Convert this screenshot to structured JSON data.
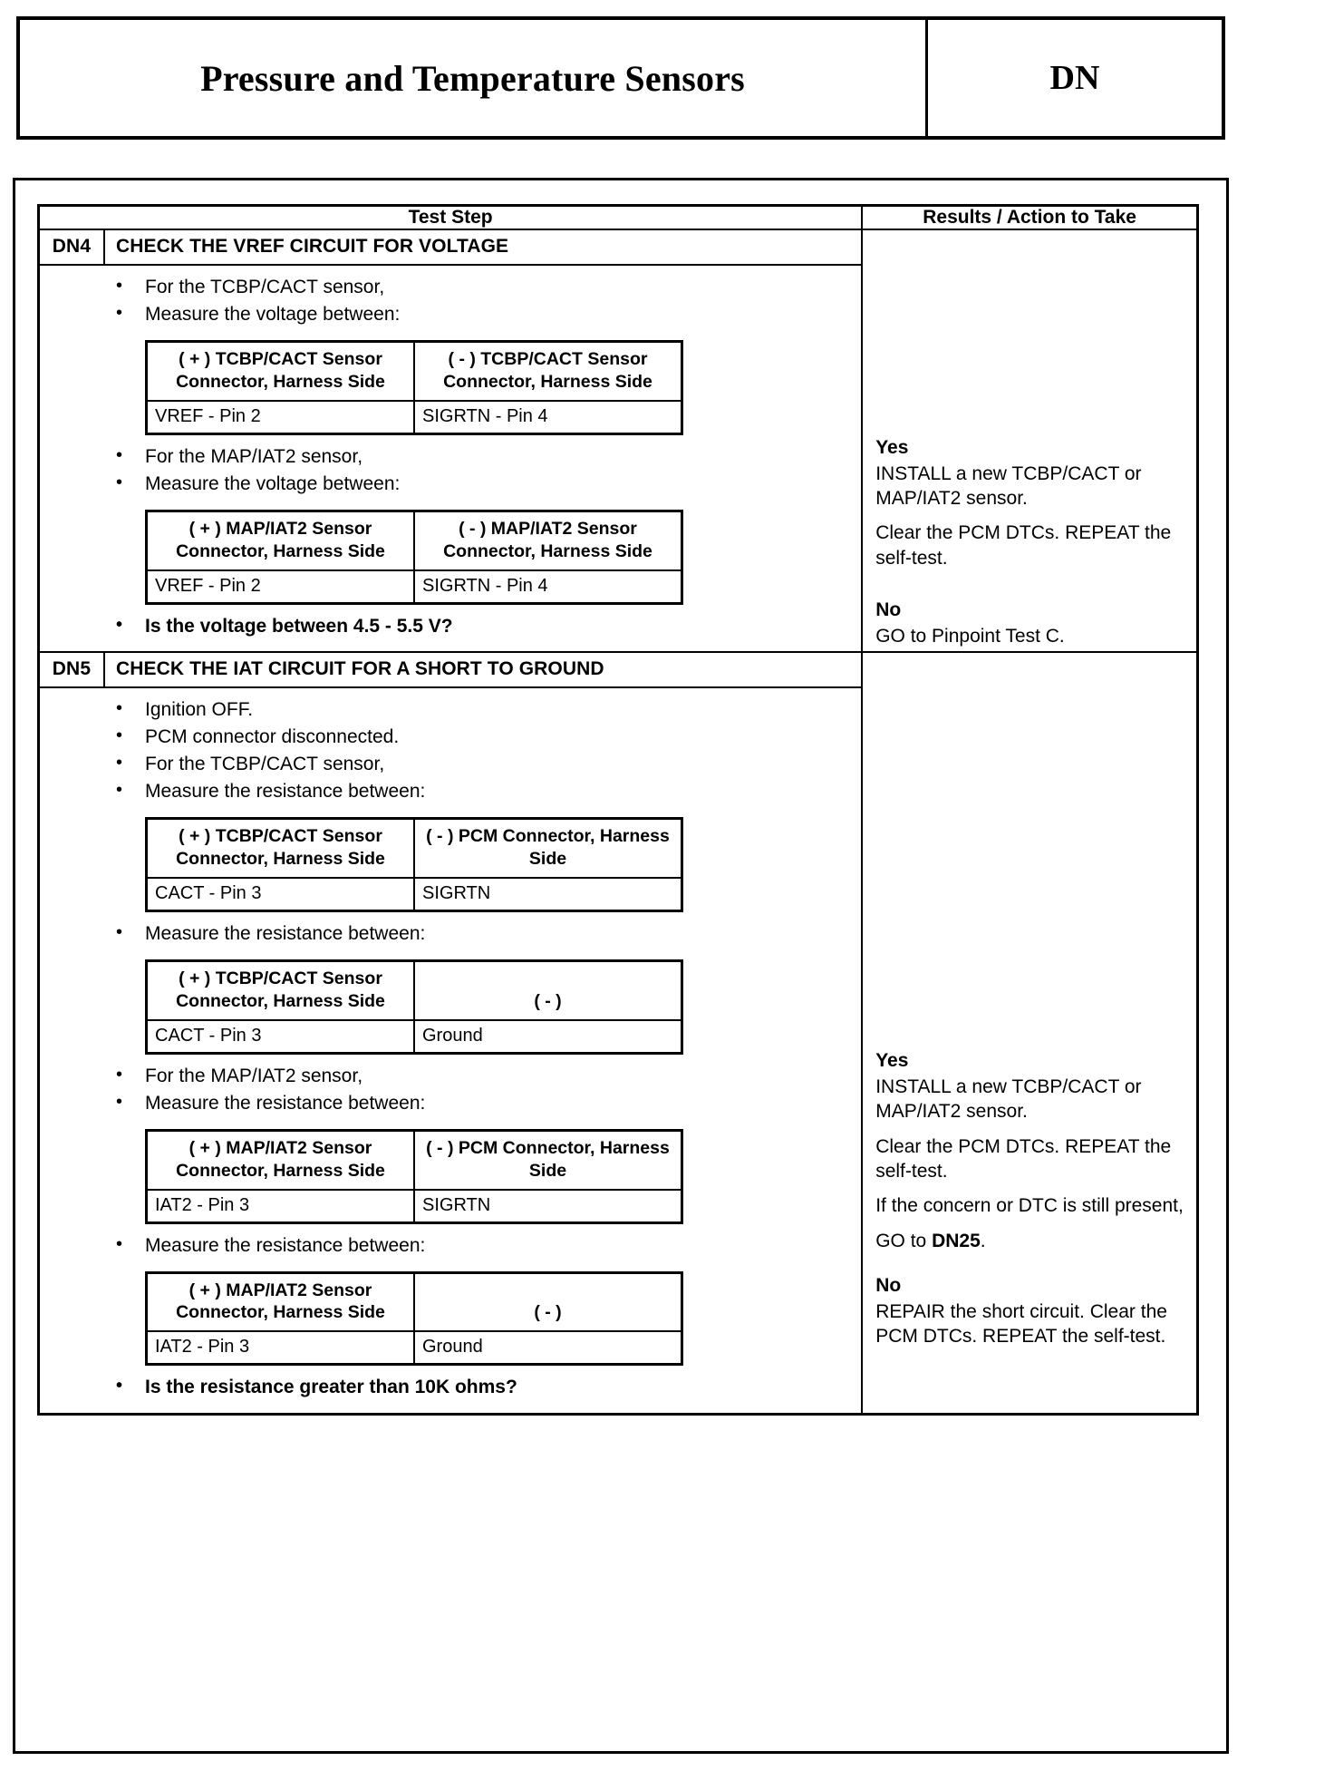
{
  "page_header": {
    "title": "Pressure and Temperature Sensors",
    "code": "DN"
  },
  "table": {
    "headers": {
      "test_step": "Test Step",
      "results": "Results / Action to Take"
    },
    "steps": [
      {
        "id": "DN4",
        "title": "CHECK THE VREF CIRCUIT FOR VOLTAGE",
        "bullets_1": [
          "For the TCBP/CACT sensor,",
          "Measure the voltage between:"
        ],
        "conn_table_1": {
          "head_left": "( + ) TCBP/CACT Sensor Connector, Harness Side",
          "head_right": "( - ) TCBP/CACT Sensor Connector, Harness Side",
          "val_left": "VREF - Pin 2",
          "val_right": "SIGRTN - Pin 4"
        },
        "bullets_2": [
          "For the MAP/IAT2 sensor,",
          "Measure the voltage between:"
        ],
        "conn_table_2": {
          "head_left": "( + ) MAP/IAT2 Sensor Connector, Harness Side",
          "head_right": "( - ) MAP/IAT2 Sensor Connector, Harness Side",
          "val_left": "VREF - Pin 2",
          "val_right": "SIGRTN - Pin 4"
        },
        "question": "Is the voltage between 4.5 - 5.5 V?",
        "results": {
          "yes_label": "Yes",
          "yes_text_1": "INSTALL a new TCBP/CACT or MAP/IAT2 sensor.",
          "yes_text_2": "Clear the PCM DTCs. REPEAT the self-test.",
          "no_label": "No",
          "no_text_1": "GO to Pinpoint Test C."
        }
      },
      {
        "id": "DN5",
        "title": "CHECK THE IAT CIRCUIT FOR A SHORT TO GROUND",
        "bullets_1": [
          "Ignition OFF.",
          "PCM connector disconnected.",
          "For the TCBP/CACT sensor,",
          "Measure the resistance between:"
        ],
        "conn_table_1": {
          "head_left": "( + ) TCBP/CACT Sensor Connector, Harness Side",
          "head_right": "( - ) PCM Connector, Harness Side",
          "val_left": "CACT - Pin 3",
          "val_right": "SIGRTN"
        },
        "bullets_2": [
          "Measure the resistance between:"
        ],
        "conn_table_2": {
          "head_left": "( + ) TCBP/CACT Sensor Connector, Harness Side",
          "head_right": "( - )",
          "val_left": "CACT - Pin 3",
          "val_right": "Ground"
        },
        "bullets_3": [
          "For the MAP/IAT2 sensor,",
          "Measure the resistance between:"
        ],
        "conn_table_3": {
          "head_left": "( + ) MAP/IAT2 Sensor Connector, Harness Side",
          "head_right": "( - ) PCM Connector, Harness Side",
          "val_left": "IAT2 - Pin 3",
          "val_right": "SIGRTN"
        },
        "bullets_4": [
          "Measure the resistance between:"
        ],
        "conn_table_4": {
          "head_left": "( + ) MAP/IAT2 Sensor Connector, Harness Side",
          "head_right": "( - )",
          "val_left": "IAT2 - Pin 3",
          "val_right": "Ground"
        },
        "question": "Is the resistance greater than 10K ohms?",
        "results": {
          "yes_label": "Yes",
          "yes_text_1": "INSTALL a new TCBP/CACT or MAP/IAT2 sensor.",
          "yes_text_2": "Clear the PCM DTCs. REPEAT the self-test.",
          "yes_text_3": "If the concern or DTC is still present,",
          "yes_text_4_prefix": "GO to",
          "yes_text_4_ref": "DN25",
          "yes_text_4_suffix": ".",
          "no_label": "No",
          "no_text_1": "REPAIR the short circuit. Clear the PCM DTCs. REPEAT the self-test."
        }
      }
    ]
  }
}
